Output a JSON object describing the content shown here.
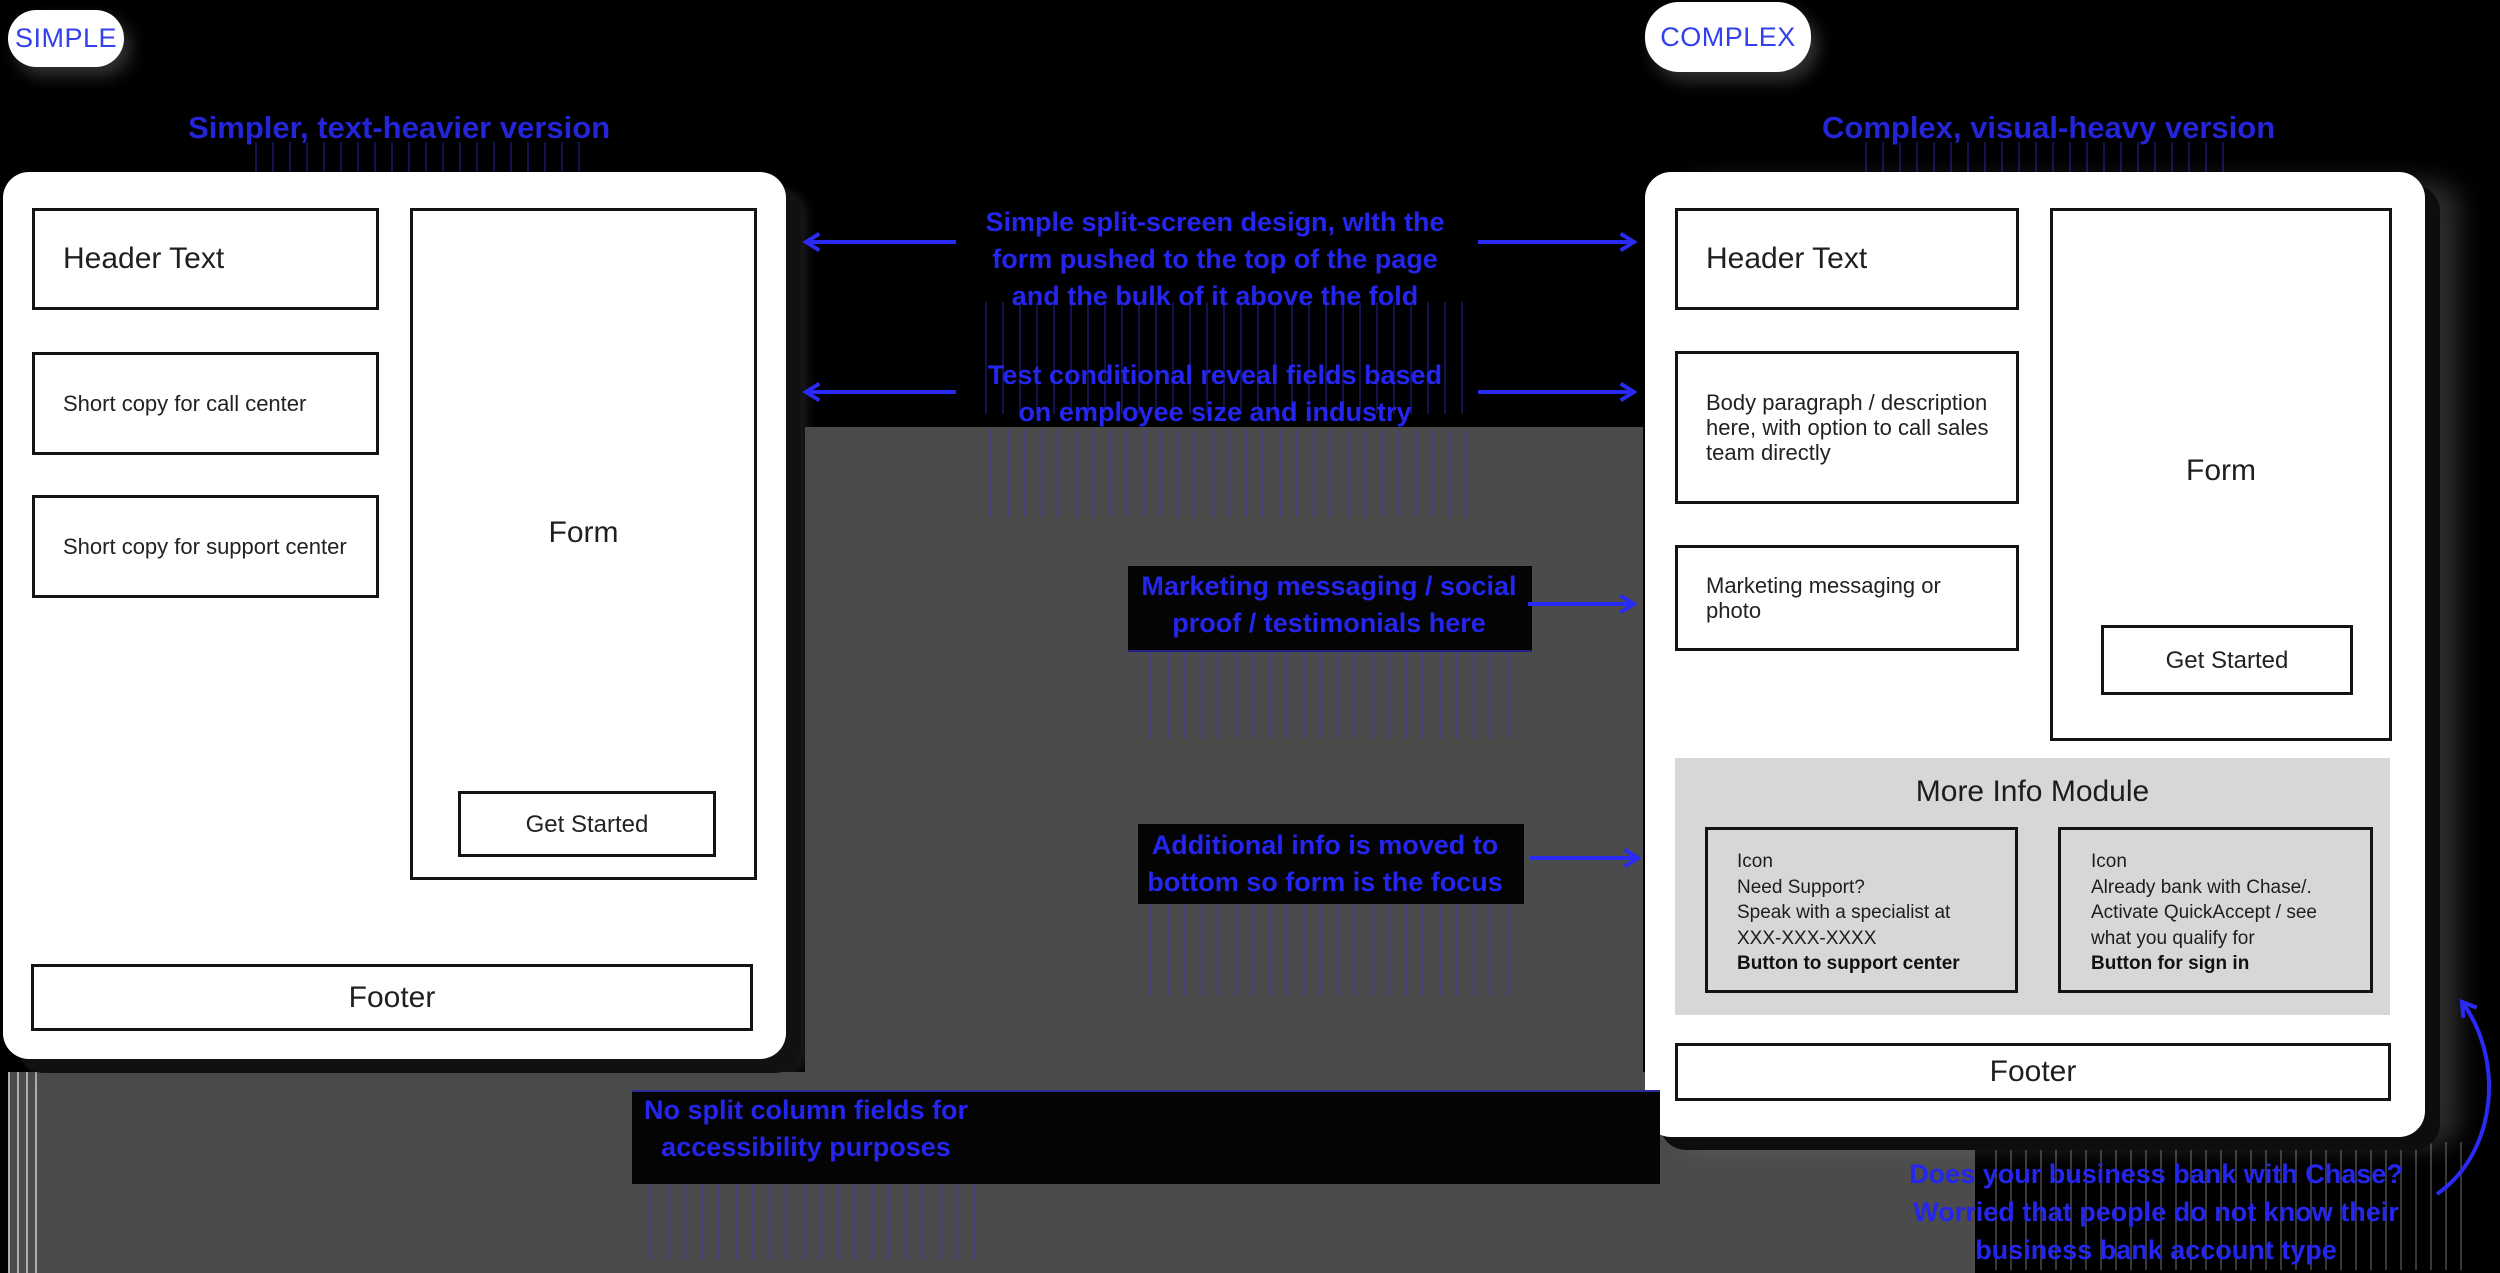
{
  "board": {
    "pills": {
      "simple": "SIMPLE",
      "complex": "COMPLEX"
    },
    "colors": {
      "background": "#000000",
      "annotation_blue": "#2525f0",
      "heading_blue": "#2424d8",
      "pill_text_blue": "#3340ee",
      "backdrop_gray": "#4b4b4b",
      "module_gray": "#d7d7d7",
      "card_white": "#ffffff",
      "wireframe_ink": "#141414"
    }
  },
  "left_version": {
    "heading": "Simpler, text-heavier version",
    "wireframe": {
      "header_label": "Header Text",
      "copy1": "Short copy for call center",
      "copy2": "Short copy for support center",
      "form_label": "Form",
      "cta_label": "Get Started",
      "footer_label": "Footer"
    }
  },
  "right_version": {
    "heading": "Complex, visual-heavy version",
    "wireframe": {
      "header_label": "Header Text",
      "body_copy": "Body paragraph / description here, with option to call sales team directly",
      "marketing_copy": "Marketing messaging or photo",
      "form_label": "Form",
      "cta_label": "Get Started",
      "module": {
        "title": "More Info Module",
        "support_card": {
          "text": "Icon\nNeed Support?\nSpeak with a specialist at\nXXX-XXX-XXXX",
          "button_label": "Button to support center"
        },
        "signin_card": {
          "text": "Icon\nAlready bank with Chase/.\nActivate QuickAccept / see\nwhat you qualify for",
          "button_label": "Button for sign in"
        }
      },
      "footer_label": "Footer"
    }
  },
  "annotations": {
    "split_screen": "Simple split-screen design, wIth the\nform pushed to the top of the page\nand the bulk of it above the fold",
    "conditional_fields": "Test conditional reveal fields based\non employee size and industry",
    "marketing_proof": "Marketing messaging / social\nproof / testimonials here",
    "additional_info": "Additional info is moved to\nbottom so form is the focus",
    "no_split_columns": "No split column fields for\naccessibility purposes",
    "bank_question": "Does your business bank with Chase?\nWorried that people do not know their\nbusiness bank account type"
  }
}
